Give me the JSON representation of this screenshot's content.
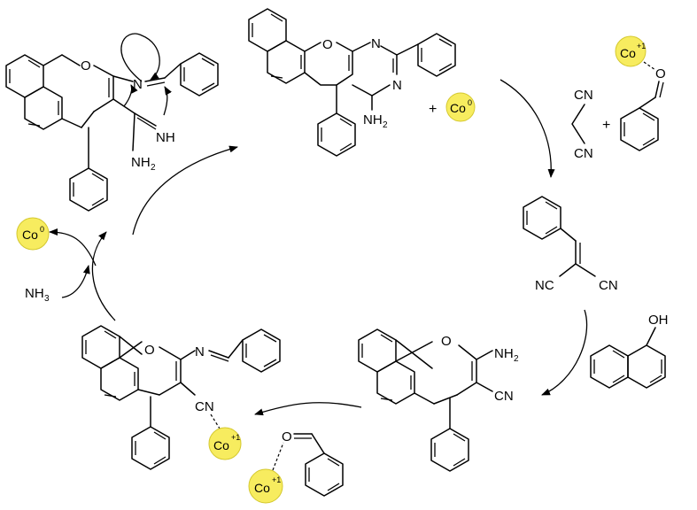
{
  "atoms": {
    "O": "O",
    "N": "N",
    "NH": "NH",
    "NH2": "NH",
    "NC": "NC",
    "CN": "CN",
    "OH": "OH",
    "NH3": "NH",
    "two": "2",
    "three": "3"
  },
  "signs": {
    "plus": "+"
  },
  "cobalt": {
    "label": "Co",
    "zero": "0",
    "plus_one": "+1",
    "ball_color": "#f7ec5f"
  },
  "reagents": {
    "ammonia": "NH",
    "ammonia_subscript": "3"
  }
}
